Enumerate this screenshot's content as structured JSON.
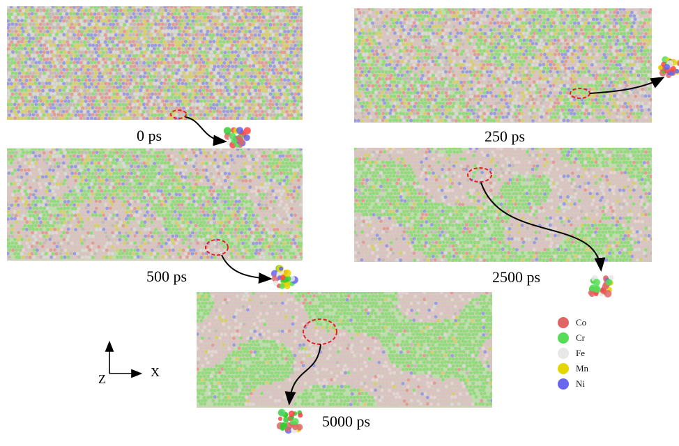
{
  "panels": [
    {
      "time": "0 ps",
      "segregation": 0.0
    },
    {
      "time": "250 ps",
      "segregation": 0.35
    },
    {
      "time": "500 ps",
      "segregation": 0.55
    },
    {
      "time": "2500 ps",
      "segregation": 0.75
    },
    {
      "time": "5000 ps",
      "segregation": 0.9
    }
  ],
  "legend": [
    {
      "element": "Co",
      "color": "#e06666"
    },
    {
      "element": "Cr",
      "color": "#55dd55"
    },
    {
      "element": "Fe",
      "color": "#e8e8e8"
    },
    {
      "element": "Mn",
      "color": "#e6d600"
    },
    {
      "element": "Ni",
      "color": "#6666ee"
    }
  ],
  "axes": {
    "vertical": "Z",
    "horizontal": "X"
  },
  "colors": {
    "pink_phase": "#dcc1c4",
    "green_phase": "#8fdc7a",
    "marker": "#e02020",
    "arrow": "#000000"
  }
}
